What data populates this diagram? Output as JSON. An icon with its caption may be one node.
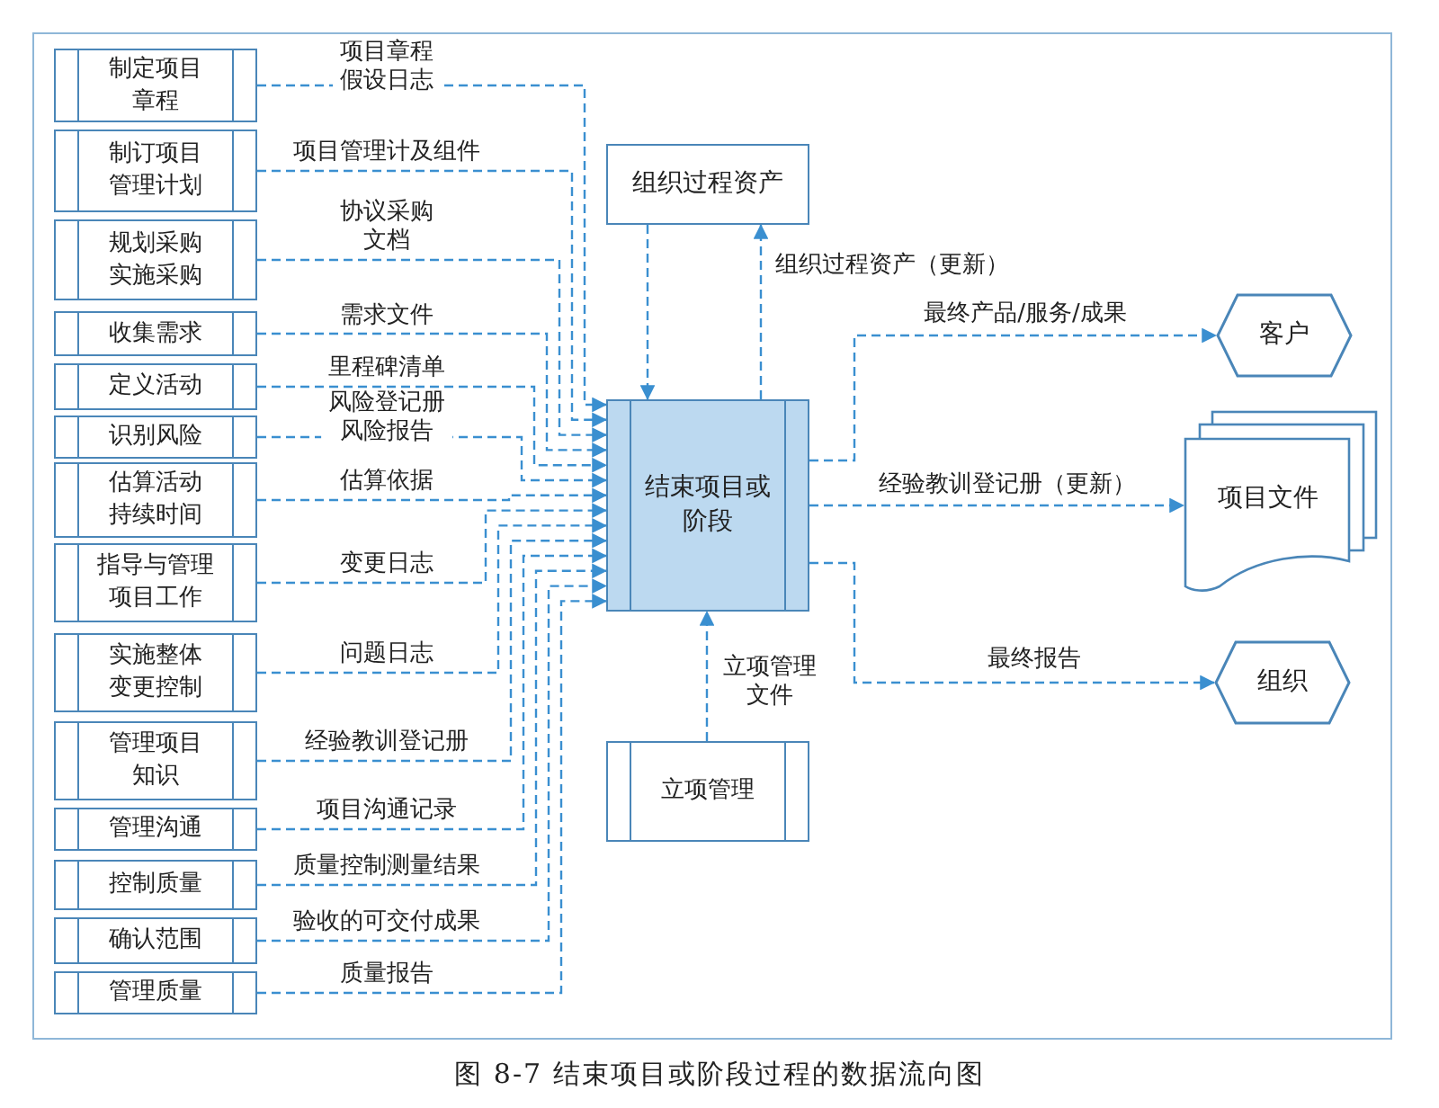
{
  "diagram": {
    "caption": "图 8-7 结束项目或阶段过程的数据流向图",
    "nodes": [
      {
        "text": [
          "制定项目章程"
        ]
      },
      {
        "text": [
          "制订项目管理计划"
        ]
      },
      {
        "text": [
          "规划采购实施采购"
        ]
      },
      {
        "text": [
          "收集需求"
        ]
      },
      {
        "text": [
          "定义活动"
        ]
      },
      {
        "text": [
          "识别风险"
        ]
      },
      {
        "text": [
          "估算活动持续时间"
        ]
      },
      {
        "text": [
          "指导与管理项目工作"
        ]
      },
      {
        "text": [
          "实施整体变更控制"
        ]
      },
      {
        "text": [
          "管理项目知识"
        ]
      },
      {
        "text": [
          "管理沟通"
        ]
      },
      {
        "text": [
          "控制质量"
        ]
      },
      {
        "text": [
          "确认范围"
        ]
      },
      {
        "text": [
          "管理质量"
        ]
      },
      {
        "text": [
          "组织过程资产"
        ]
      },
      {
        "text": [
          "结束项目或阶段"
        ]
      },
      {
        "text": [
          "立项管理"
        ]
      },
      {
        "text": [
          "客户"
        ]
      },
      {
        "text": [
          "项目文件"
        ]
      },
      {
        "text": [
          "组织"
        ]
      }
    ],
    "edges": [
      {
        "from": 0,
        "to": 15,
        "arrow": "to",
        "label": "项目章程假设日志"
      },
      {
        "from": 1,
        "to": 15,
        "arrow": "to",
        "label": "项目管理计及组件"
      },
      {
        "from": 2,
        "to": 15,
        "arrow": "to",
        "label": "协议采购文档"
      },
      {
        "from": 3,
        "to": 15,
        "arrow": "to",
        "label": "需求文件"
      },
      {
        "from": 4,
        "to": 15,
        "arrow": "to",
        "label": "里程碑清单"
      },
      {
        "from": 5,
        "to": 15,
        "arrow": "to",
        "label": "风险登记册风险报告"
      },
      {
        "from": 6,
        "to": 15,
        "arrow": "to",
        "label": "估算依据"
      },
      {
        "from": 7,
        "to": 15,
        "arrow": "to",
        "label": "变更日志"
      },
      {
        "from": 8,
        "to": 15,
        "arrow": "to",
        "label": "问题日志"
      },
      {
        "from": 9,
        "to": 15,
        "arrow": "to",
        "label": "经验教训登记册"
      },
      {
        "from": 10,
        "to": 15,
        "arrow": "to",
        "label": "项目沟通记录"
      },
      {
        "from": 11,
        "to": 15,
        "arrow": "to",
        "label": "质量控制测量结果"
      },
      {
        "from": 12,
        "to": 15,
        "arrow": "to",
        "label": "验收的可交付成果"
      },
      {
        "from": 13,
        "to": 15,
        "arrow": "to",
        "label": "质量报告"
      },
      {
        "from": 14,
        "to": 15,
        "arrow": "to"
      },
      {
        "from": 15,
        "to": 14,
        "arrow": "to",
        "label": "组织过程资产（更新）"
      },
      {
        "from": 15,
        "to": 17,
        "arrow": "to",
        "label": "最终产品/服务/成果"
      },
      {
        "from": 15,
        "to": 18,
        "arrow": "to",
        "label": "经验教训登记册（更新）"
      },
      {
        "from": 15,
        "to": 19,
        "arrow": "to",
        "label": "最终报告"
      },
      {
        "from": 16,
        "to": 15,
        "arrow": "to",
        "label": "立项管理文件"
      }
    ]
  }
}
